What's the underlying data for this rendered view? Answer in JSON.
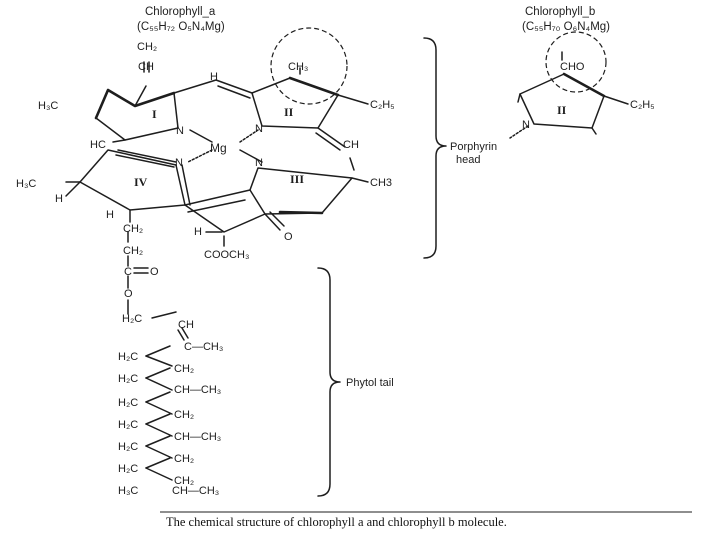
{
  "chlorophyll_a": {
    "title": "Chlorophyll_a",
    "formula": "(C₅₅H₇₂ O₅N₄Mg)"
  },
  "chlorophyll_b": {
    "title": "Chlorophyll_b",
    "formula": "(C₅₅H₇₀ O₆N₄Mg)"
  },
  "rings": [
    "I",
    "II",
    "III",
    "IV"
  ],
  "atoms": {
    "ch2_top": "CH₂",
    "ch_top": "CH",
    "h_bridge": "H",
    "ch3_circled": "CH₃",
    "h3c_left": "H₃C",
    "c2h5": "C₂H₅",
    "n": "N",
    "mg": "Mg",
    "hc_left": "HC",
    "ch_right": "CH",
    "h3c_mid": "H₃C",
    "h_left": "H",
    "ch3_right": "CH3",
    "h_ring": "H",
    "ch2_1": "CH₂",
    "ch2_2": "CH₂",
    "h_ester": "H",
    "o_keto": "O",
    "cooch3": "COOCH₃",
    "c_ester": "C",
    "o_dbl": "O",
    "o_single": "O",
    "b_cho": "CHO",
    "b_c2h5": "C₂H₅",
    "b_n": "N",
    "b_ring": "II"
  },
  "phytol": {
    "rows": [
      {
        "left": "H₂C",
        "right": "CH"
      },
      {
        "left": "",
        "right": "C—CH₃"
      },
      {
        "left": "H₂C",
        "right": "CH₂"
      },
      {
        "left": "H₂C",
        "right": "CH—CH₃"
      },
      {
        "left": "H₂C",
        "right": "CH₂"
      },
      {
        "left": "H₂C",
        "right": "CH—CH₃"
      },
      {
        "left": "H₂C",
        "right": "CH₂"
      },
      {
        "left": "H₂C",
        "right": "CH₂"
      },
      {
        "left": "H₃C",
        "right": "CH—CH₃"
      }
    ]
  },
  "brackets": {
    "porphyrin_line1": "Porphyrin",
    "porphyrin_line2": "head",
    "phytol": "Phytol tail"
  },
  "caption": "The chemical structure of chlorophyll a and chlorophyll b molecule."
}
